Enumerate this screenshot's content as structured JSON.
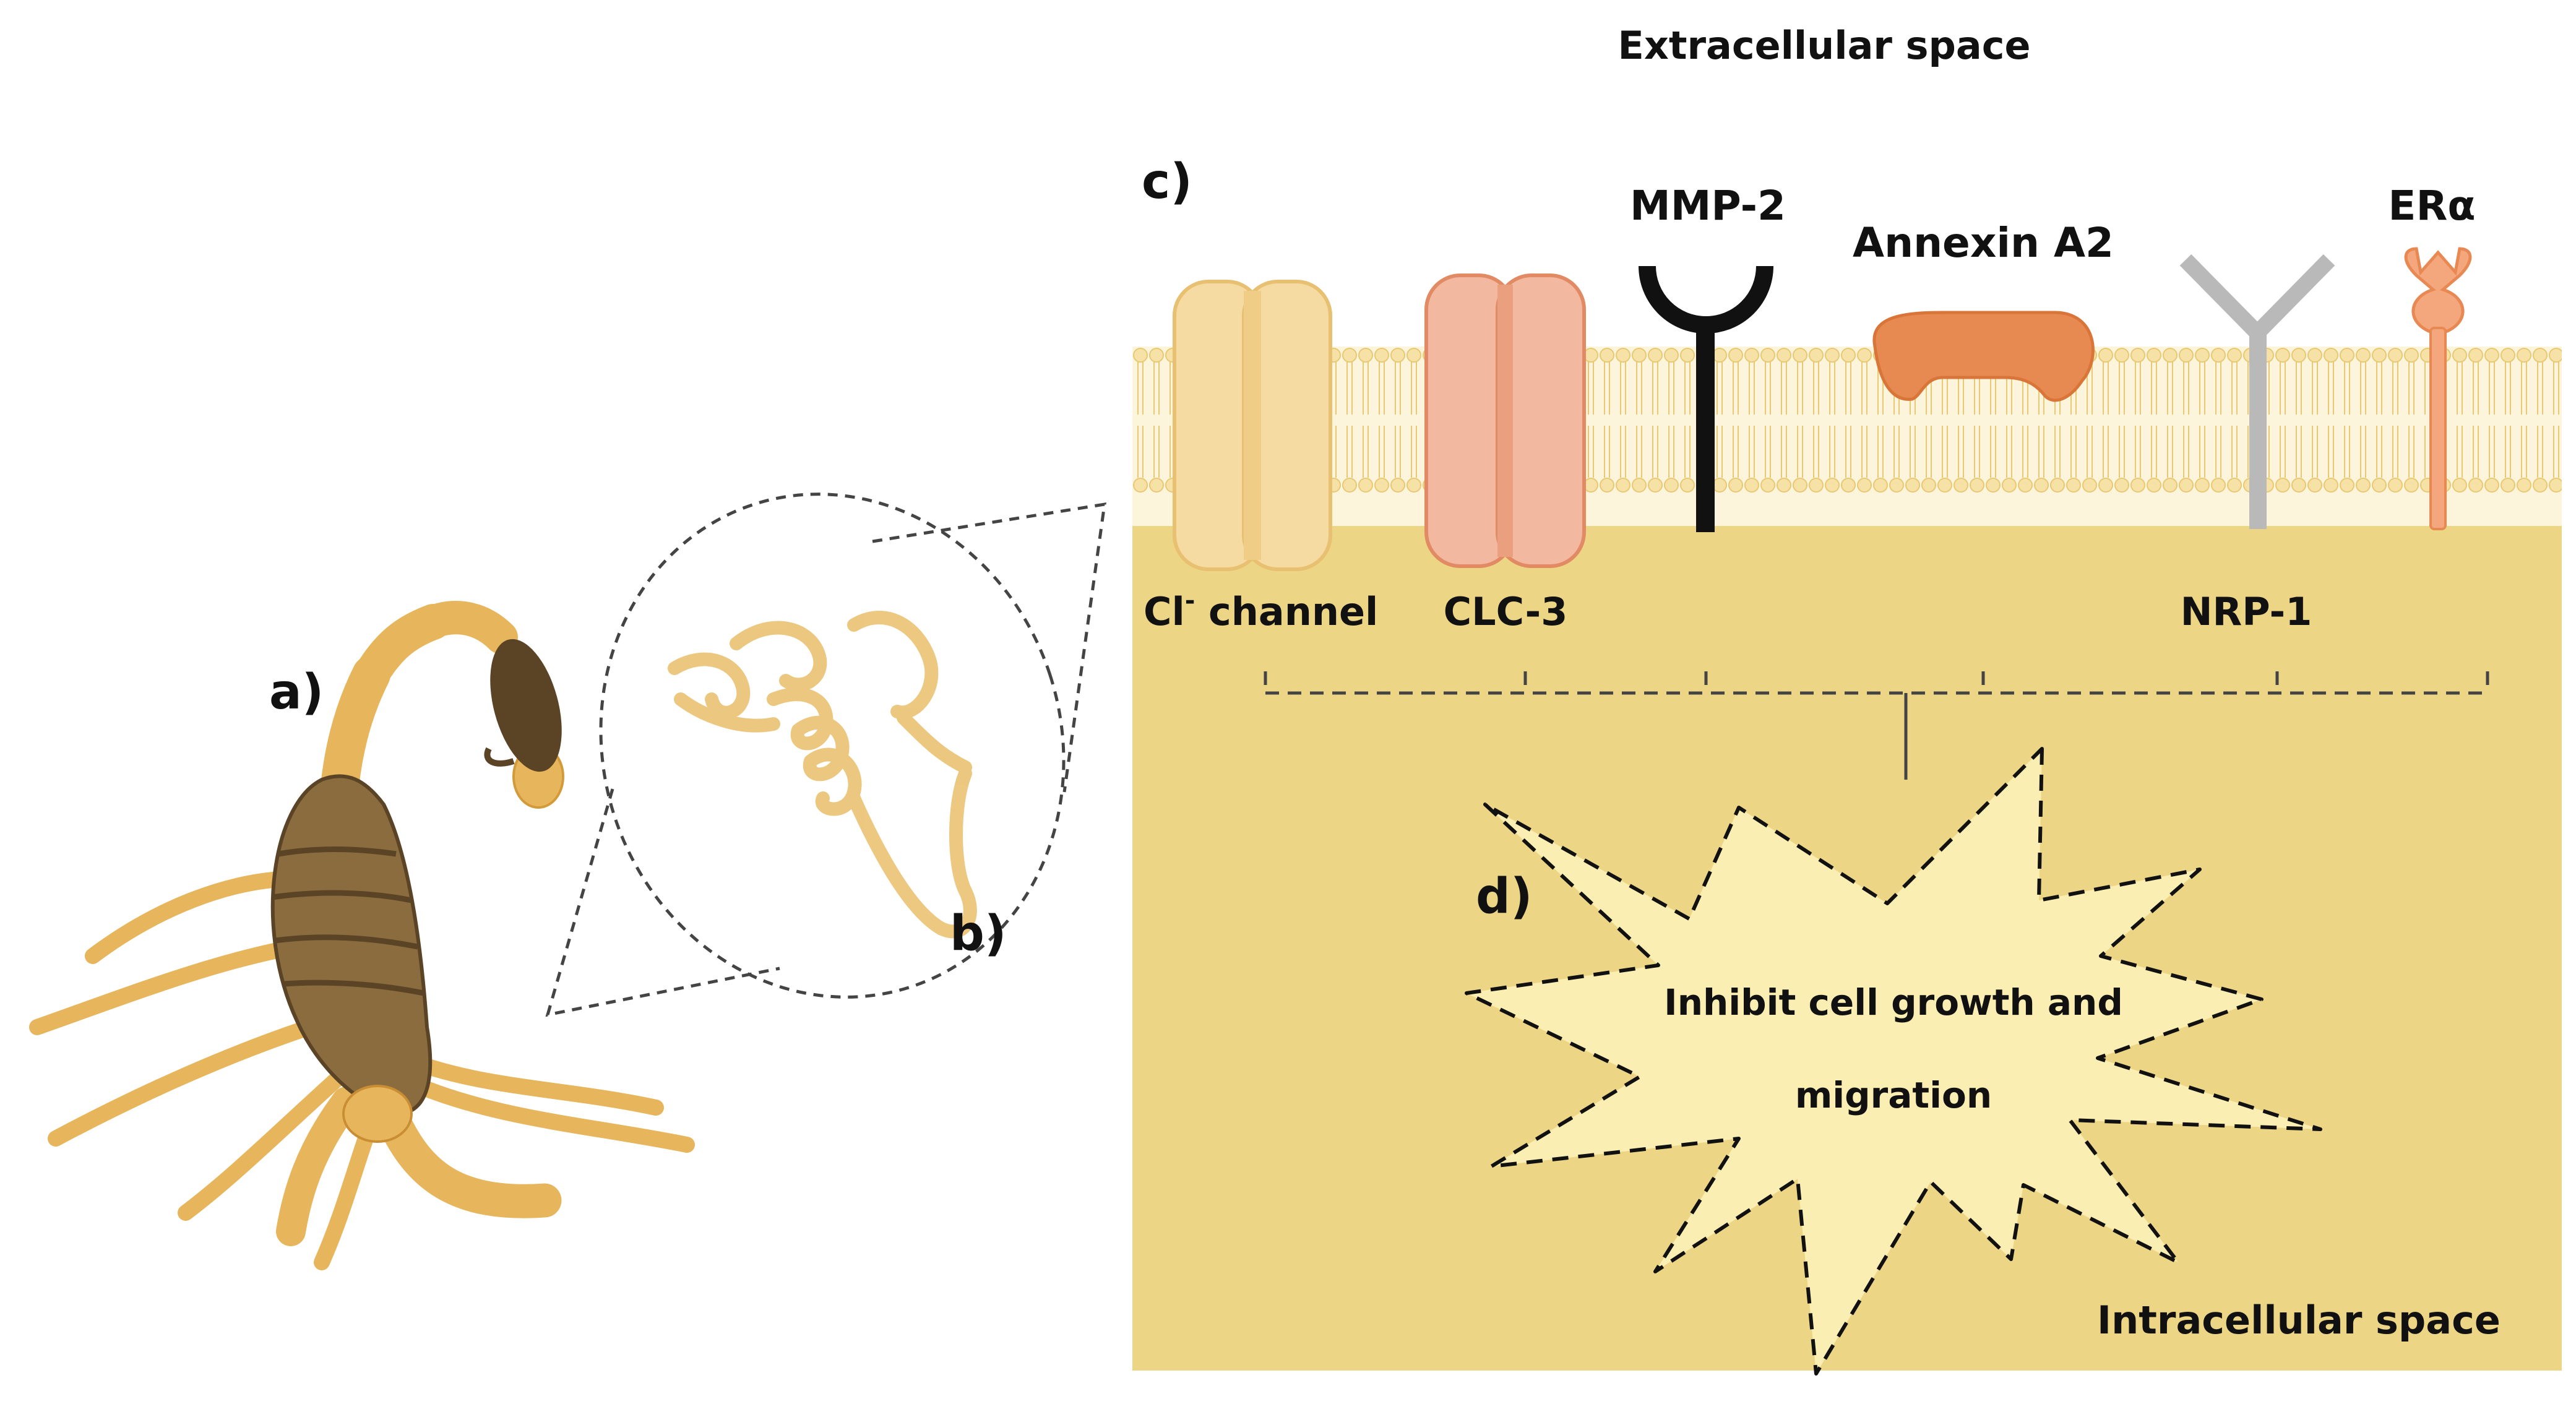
{
  "labels": {
    "extracellular": "Extracellular space",
    "intracellular": "Intracellular space",
    "panel_a": "a)",
    "panel_b": "b)",
    "panel_c": "c)",
    "panel_d": "d)"
  },
  "proteins": {
    "cl_channel_main": "Cl",
    "cl_channel_sup": "-",
    "cl_channel_rest": " channel",
    "clc3": "CLC-3",
    "mmp2": "MMP-2",
    "annexin": "Annexin A2",
    "nrp1": "NRP-1",
    "era": "ERα"
  },
  "effect": {
    "line1": "Inhibit cell growth and",
    "line2": "migration"
  },
  "colors": {
    "cytoplasm": "#ecd584",
    "membrane_head": "#f6e2a6",
    "cl_channel": "#f5dba2",
    "clc3": "#f2b9a0",
    "annexin": "#e78a52",
    "mmp2": "#111111",
    "nrp1": "#b9b9b9",
    "era": "#f4a77d",
    "burst": "#fbeeb3",
    "scorpion_body": "#e7b65c",
    "scorpion_dark": "#5b4326",
    "peptide": "#ecc57a"
  }
}
